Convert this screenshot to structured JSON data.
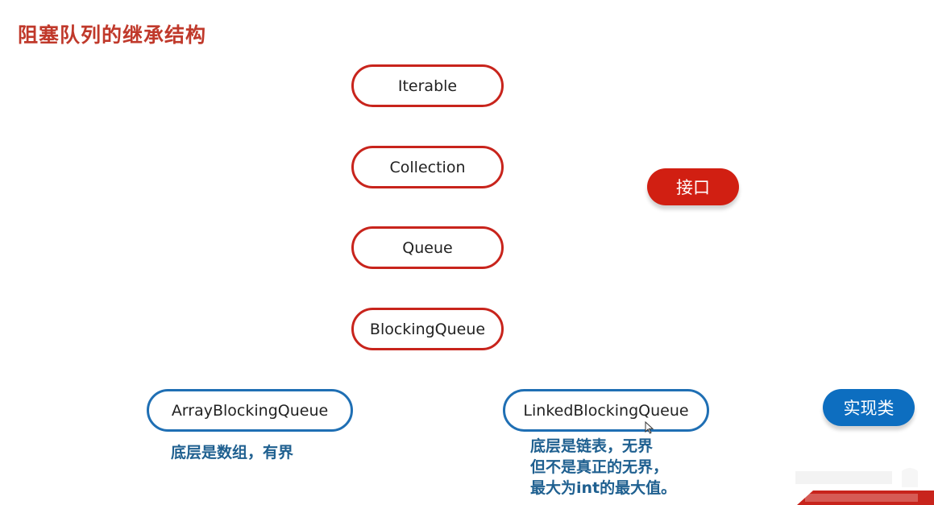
{
  "title": "阻塞队列的继承结构",
  "interfaces": [
    {
      "label": "Iterable"
    },
    {
      "label": "Collection"
    },
    {
      "label": "Queue"
    },
    {
      "label": "BlockingQueue"
    }
  ],
  "implementations": [
    {
      "label": "ArrayBlockingQueue",
      "note": [
        "底层是数组，有界"
      ]
    },
    {
      "label": "LinkedBlockingQueue",
      "note": [
        "底层是链表，无界",
        "但不是真正的无界，",
        "最大为int的最大值。"
      ]
    }
  ],
  "legend": {
    "interface_label": "接口",
    "impl_label": "实现类"
  },
  "colors": {
    "title": "#c0392b",
    "interface_border": "#c8241c",
    "impl_border": "#1f6fb4",
    "interface_pill": "#d11f12",
    "impl_pill": "#0d6ec0",
    "note_text": "#1f6090"
  }
}
